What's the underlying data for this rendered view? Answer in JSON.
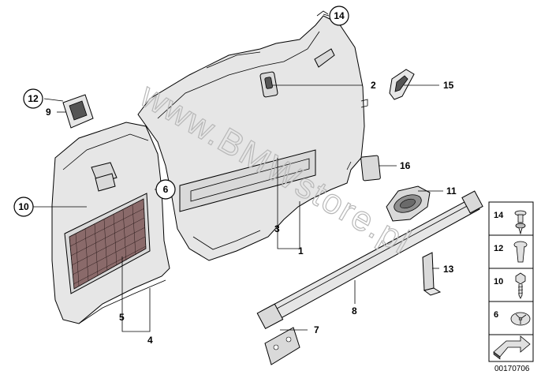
{
  "watermark": "www.BMWstore.pl",
  "reference_number": "00170706",
  "callouts": {
    "c14": "14",
    "c12": "12",
    "c10": "10",
    "c6": "6"
  },
  "labels": {
    "l2": "2",
    "l15": "15",
    "l9": "9",
    "l16": "16",
    "l11": "11",
    "l3": "3",
    "l1": "1",
    "l13": "13",
    "l8": "8",
    "l5": "5",
    "l4": "4",
    "l7": "7"
  },
  "legend": {
    "items": [
      {
        "label": "14",
        "icon": "screw-icon"
      },
      {
        "label": "12",
        "icon": "expanding-rivet-icon"
      },
      {
        "label": "10",
        "icon": "hex-screw-icon"
      },
      {
        "label": "6",
        "icon": "clip-nut-icon"
      }
    ]
  }
}
